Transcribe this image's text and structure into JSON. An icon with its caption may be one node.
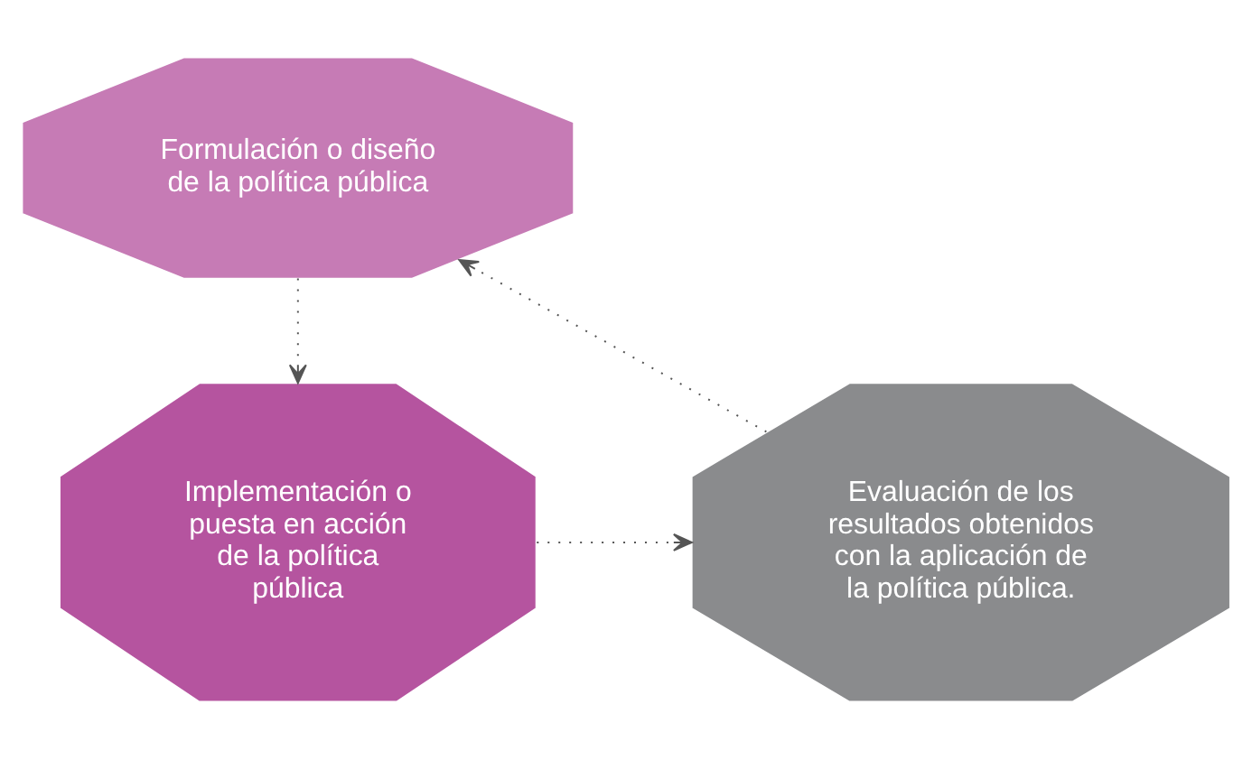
{
  "diagram": {
    "nodes": [
      {
        "text": [
          "Formulación o diseño de la política pública"
        ]
      },
      {
        "text": [
          "Implementación o puesta en acción de la política pública"
        ]
      },
      {
        "text": [
          "Evaluación de los resultados obtenidos con la aplicación de la política pública."
        ]
      }
    ],
    "edges": [
      {
        "from": 0,
        "to": 1,
        "arrow": "to",
        "style": "dashed"
      },
      {
        "from": 1,
        "to": 2,
        "arrow": "to",
        "style": "dashed"
      },
      {
        "from": 2,
        "to": 0,
        "arrow": "to",
        "style": "dashed"
      }
    ]
  }
}
